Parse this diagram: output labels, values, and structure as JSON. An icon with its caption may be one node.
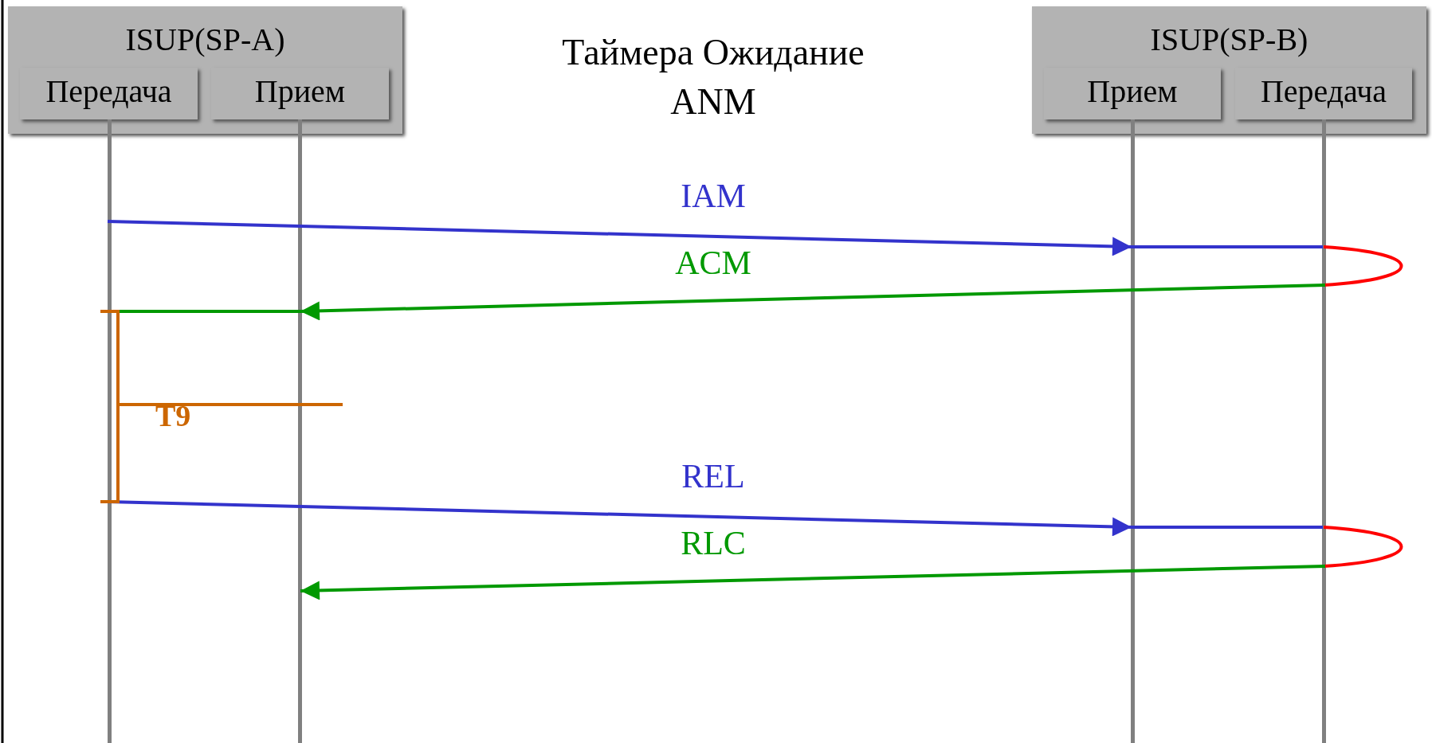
{
  "diagram": {
    "title": "Таймера Ожидание ANM",
    "nodes": [
      {
        "text": [
          "ISUP(SP-A)"
        ]
      },
      {
        "text": [
          "Передача"
        ],
        "in": 0
      },
      {
        "text": [
          "Прием"
        ],
        "in": 0
      },
      {
        "text": [
          "ISUP(SP-B)"
        ]
      },
      {
        "text": [
          "Прием"
        ],
        "in": 3
      },
      {
        "text": [
          "Передача"
        ],
        "in": 3
      },
      {
        "text": [],
        "shape": "bar"
      },
      {
        "text": [],
        "shape": "bar"
      },
      {
        "text": [],
        "shape": "bar"
      },
      {
        "text": [],
        "shape": "bar"
      }
    ],
    "edges": [
      {
        "from": 6,
        "to": 8,
        "arrow": "to",
        "label": "IAM",
        "color": "#3333cc"
      },
      {
        "from": 8,
        "to": 9,
        "arrow": "none",
        "color": "#3333cc"
      },
      {
        "from": 9,
        "to": 9,
        "arrow": "none",
        "color": "#ff0000"
      },
      {
        "from": 9,
        "to": 7,
        "arrow": "to",
        "label": "ACM",
        "color": "#009900"
      },
      {
        "from": 7,
        "to": 6,
        "arrow": "none",
        "color": "#009900"
      },
      {
        "from": 6,
        "to": 8,
        "arrow": "to",
        "label": "REL",
        "color": "#3333cc"
      },
      {
        "from": 8,
        "to": 9,
        "arrow": "none",
        "color": "#3333cc"
      },
      {
        "from": 9,
        "to": 9,
        "arrow": "none",
        "color": "#ff0000"
      },
      {
        "from": 9,
        "to": 7,
        "arrow": "to",
        "label": "RLC",
        "color": "#009900"
      }
    ],
    "labels": [
      "T9"
    ]
  }
}
